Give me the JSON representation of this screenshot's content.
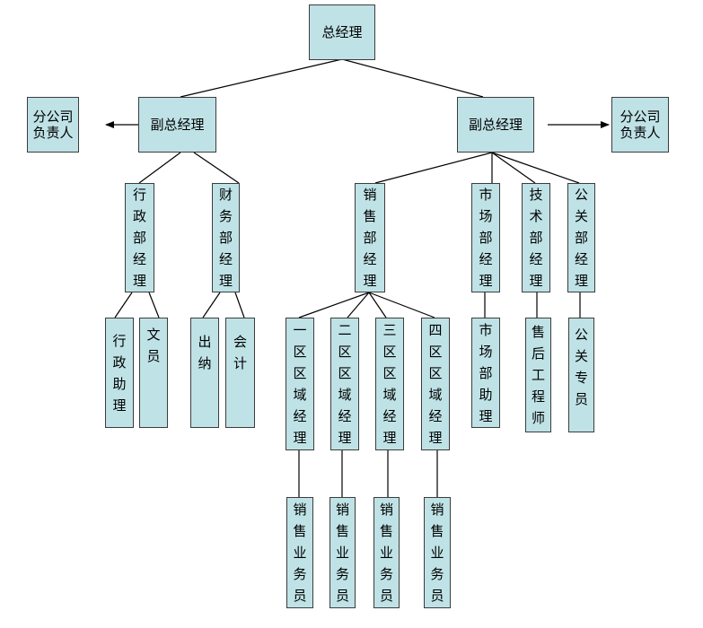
{
  "nodes": {
    "gm": "总经理",
    "vp_left": "副总经理",
    "vp_right": "副总经理",
    "branch_left": "分公司\n负责人",
    "branch_right": "分公司\n负责人",
    "admin_mgr": "行政部经理",
    "finance_mgr": "财务部经理",
    "admin_asst": "行政助理",
    "clerk": "文员",
    "cashier": "出纳",
    "accountant": "会计",
    "sales_mgr": "销售部经理",
    "market_mgr": "市场部经理",
    "tech_mgr": "技术部经理",
    "pr_mgr": "公关部经理",
    "region1": "一区区域经理",
    "region2": "二区区域经理",
    "region3": "三区区域经理",
    "region4": "四区区域经理",
    "market_asst": "市场部助理",
    "after_sales": "售后工程师",
    "pr_specialist": "公关专员",
    "sales_rep1": "销售业务员",
    "sales_rep2": "销售业务员",
    "sales_rep3": "销售业务员",
    "sales_rep4": "销售业务员"
  }
}
